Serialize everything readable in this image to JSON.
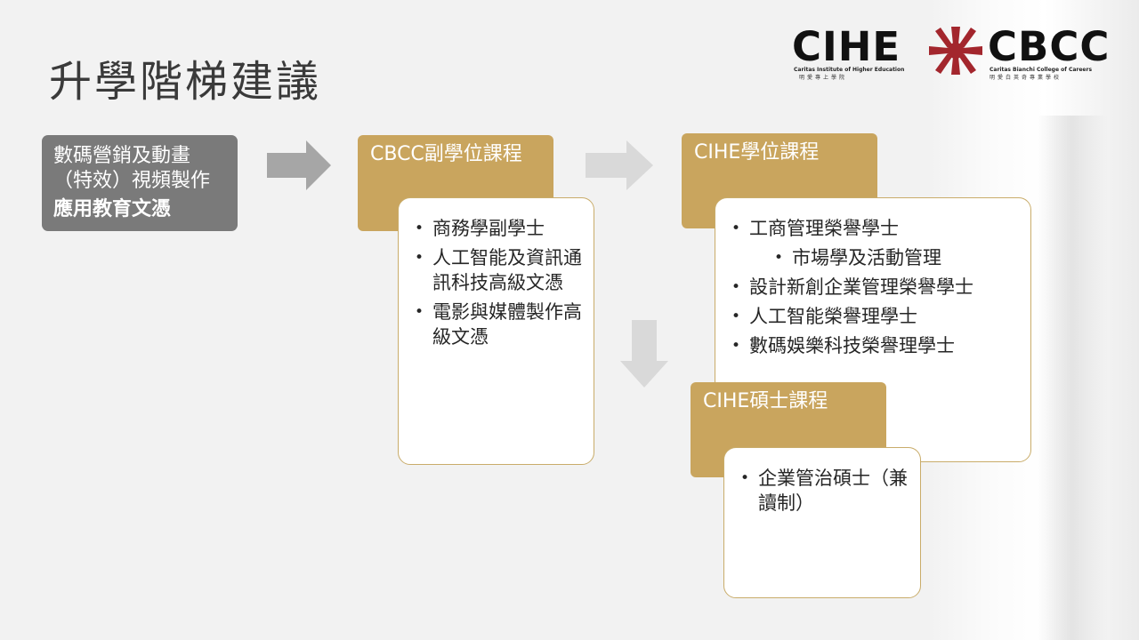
{
  "slide": {
    "title": "升學階梯建議"
  },
  "logo": {
    "left_word": "CIHE",
    "right_word": "CBCC",
    "left_subtitle": "Caritas Institute of Higher Education",
    "left_subtitle_zh": "明愛專上學院",
    "right_subtitle": "Caritas Bianchi College of Careers",
    "right_subtitle_zh": "明愛白英奇專業學校",
    "colors": {
      "cross": "#a3262d",
      "text": "#111111"
    }
  },
  "start_card": {
    "line1": "數碼營銷及動畫",
    "line2": "（特效）視頻製作",
    "line3": "應用教育文憑"
  },
  "associate": {
    "header": "CBCC副學位課程",
    "items": [
      "商務學副學士",
      "人工智能及資訊通訊科技高級文憑",
      "電影與媒體製作高級文憑"
    ]
  },
  "degree": {
    "header": "CIHE學位課程",
    "items": [
      {
        "text": "工商管理榮譽學士",
        "level": 0
      },
      {
        "text": "市場學及活動管理",
        "level": 1
      },
      {
        "text": "設計新創企業管理榮譽學士",
        "level": 0
      },
      {
        "text": "人工智能榮譽理學士",
        "level": 0
      },
      {
        "text": "數碼娛樂科技榮譽理學士",
        "level": 0
      }
    ]
  },
  "master": {
    "header": "CIHE碩士課程",
    "items": [
      "企業管治碩士（兼讀制）"
    ]
  },
  "colors": {
    "gold": "#c9a55e",
    "grey_card": "#7a7a7a",
    "arrow_dark": "#a6a6a6",
    "arrow_light": "#d9d9d9",
    "background": "#f2f2f2"
  }
}
